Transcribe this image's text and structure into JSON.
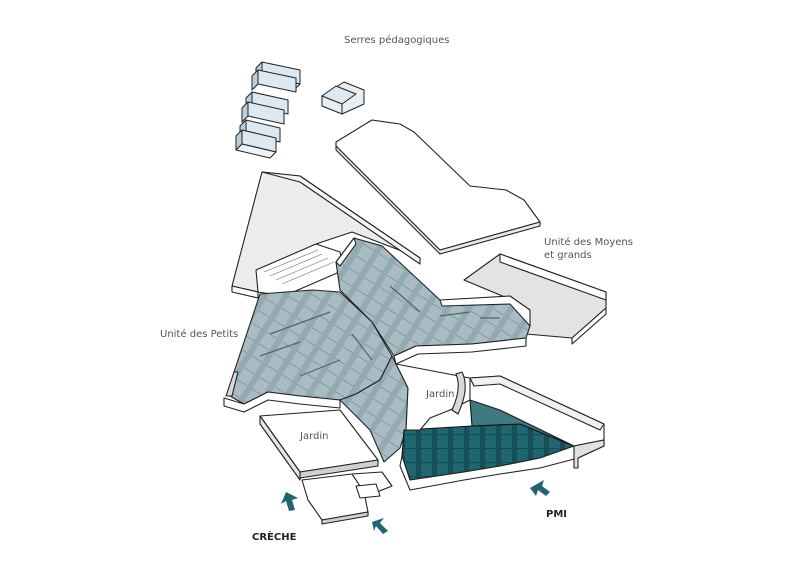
{
  "labels": {
    "serres": "Serres pédagogiques",
    "moyens": "Unité des Moyens",
    "moyens2": "et  grands",
    "petits": "Unité des Petits",
    "jardin_center": "Jardin",
    "jardin_left": "Jardin",
    "creche": "CRÈCHE",
    "pmi": "PMI"
  },
  "colors": {
    "outline": "#222222",
    "wall": "#ffffff",
    "roof_shade": "#e6e6e6",
    "interior": "#a9bcc3",
    "interior_dark": "#7f9aa4",
    "greenhouse": "#dce9f2",
    "pmi": "#1f6670",
    "pmi_dark": "#164f57",
    "arrow": "#1f6670"
  }
}
